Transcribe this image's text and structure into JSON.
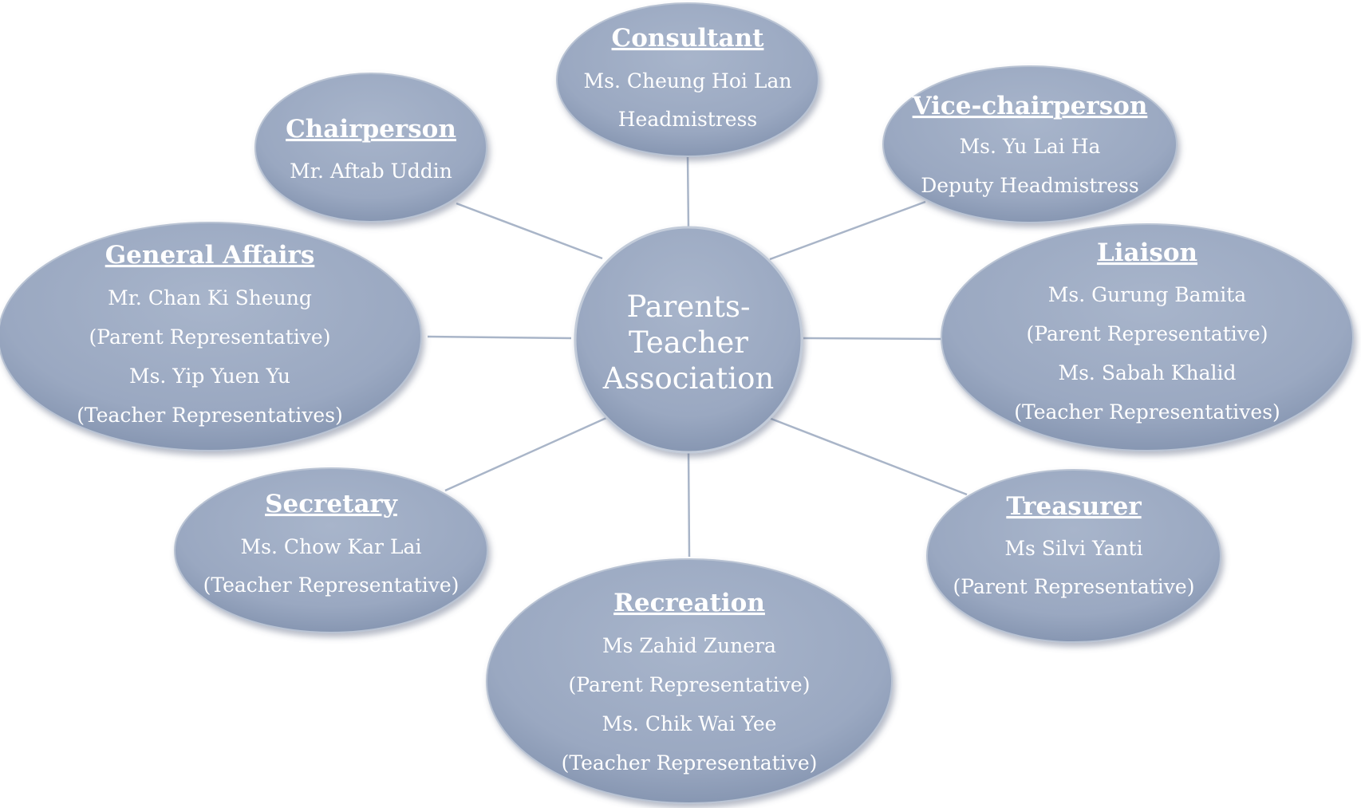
{
  "center": {
    "lines": [
      "Parents-",
      "Teacher",
      "Association"
    ]
  },
  "nodes": {
    "consultant": {
      "title": "Consultant",
      "lines": [
        "Ms. Cheung Hoi Lan",
        "Headmistress"
      ]
    },
    "chairperson": {
      "title": "Chairperson",
      "lines": [
        "Mr. Aftab Uddin"
      ]
    },
    "vice_chairperson": {
      "title": "Vice-chairperson",
      "lines": [
        "Ms. Yu Lai Ha",
        "Deputy Headmistress"
      ]
    },
    "general_affairs": {
      "title": "General Affairs",
      "lines": [
        "Mr. Chan Ki Sheung",
        "(Parent Representative)",
        "Ms. Yip Yuen Yu",
        "(Teacher Representatives)"
      ]
    },
    "liaison": {
      "title": "Liaison",
      "lines": [
        "Ms. Gurung Bamita",
        "(Parent Representative)",
        "Ms. Sabah Khalid",
        "(Teacher Representatives)"
      ]
    },
    "secretary": {
      "title": "Secretary",
      "lines": [
        "Ms. Chow Kar Lai",
        "(Teacher Representative)"
      ]
    },
    "treasurer": {
      "title": "Treasurer",
      "lines": [
        "Ms Silvi Yanti",
        "(Parent Representative)"
      ]
    },
    "recreation": {
      "title": "Recreation",
      "lines": [
        "Ms Zahid Zunera",
        "(Parent Representative)",
        "Ms. Chik Wai Yee",
        "(Teacher Representative)"
      ]
    }
  },
  "colors": {
    "node_fill_light": "#b4bfd1",
    "node_fill": "#9aa8c1",
    "node_fill_dark": "#7f8ea9",
    "connector": "#a9b5c8",
    "text": "#ffffff"
  }
}
